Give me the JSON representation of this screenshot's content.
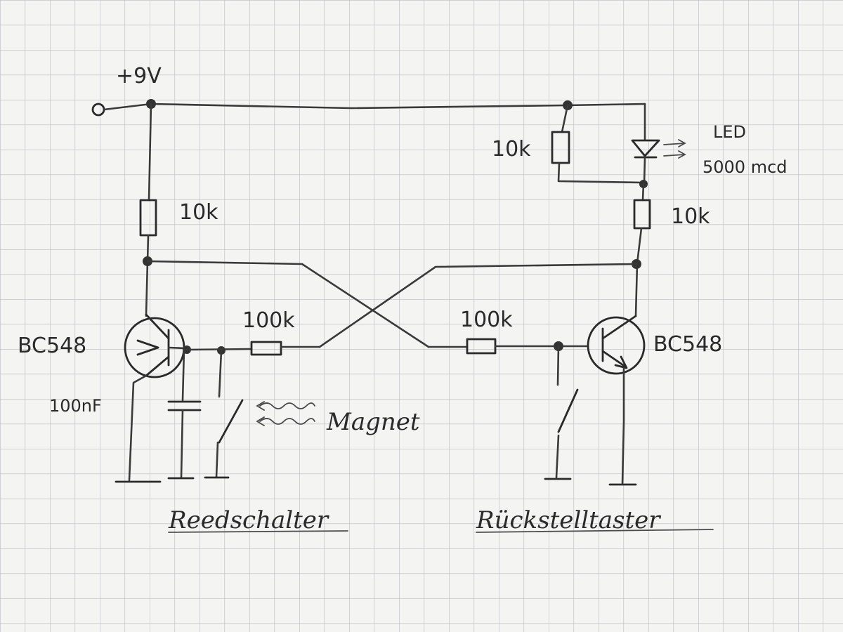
{
  "labels": {
    "supply": "+9V",
    "r_top_left": "10k",
    "r_top_right": "10k",
    "r_led": "10k",
    "r_base_left": "100k",
    "r_base_right": "100k",
    "t_left": "BC548",
    "t_right": "BC548",
    "capacitor": "100nF",
    "led_line1": "LED",
    "led_line2": "5000 mcd",
    "magnet": "Magnet",
    "reed_switch": "Reedschalter",
    "reset_button": "Rückstelltaster"
  },
  "colors": {
    "paper": "#f4f4f2",
    "grid": "#b9bcbf",
    "ink": "#2a2a2a"
  }
}
